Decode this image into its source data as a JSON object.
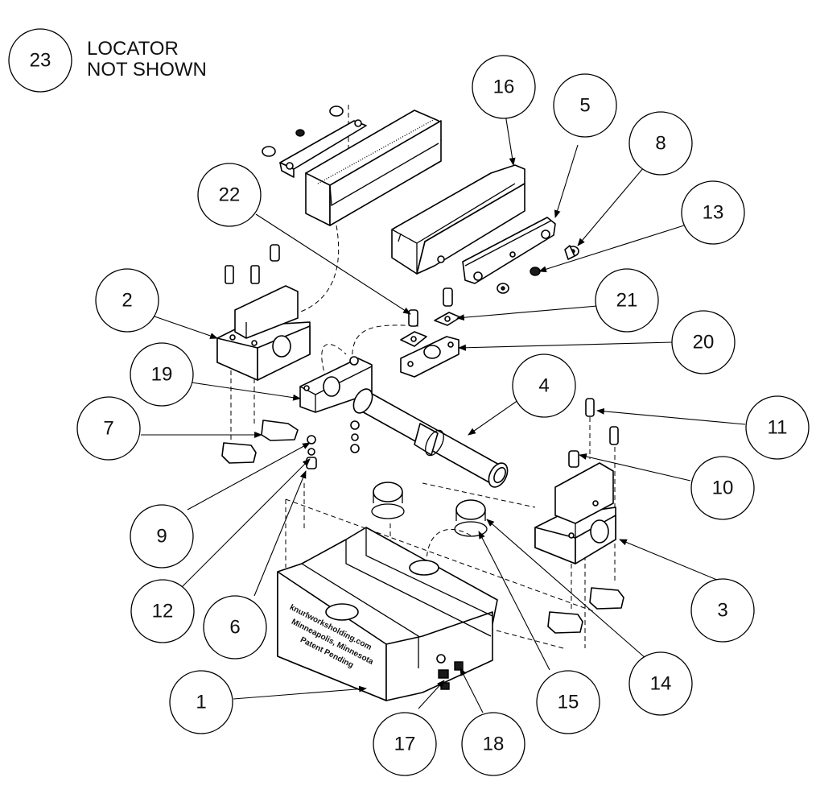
{
  "note": {
    "balloon": "23",
    "line1": "LOCATOR",
    "line2": "NOT SHOWN"
  },
  "engraving": {
    "line1": "knurlworksholding.com",
    "line2": "Minneapolis, Minnesota",
    "line3": "Patent Pending"
  },
  "balloons": [
    {
      "id": "b1",
      "label": "1"
    },
    {
      "id": "b2",
      "label": "2"
    },
    {
      "id": "b3",
      "label": "3"
    },
    {
      "id": "b4",
      "label": "4"
    },
    {
      "id": "b5",
      "label": "5"
    },
    {
      "id": "b6",
      "label": "6"
    },
    {
      "id": "b7",
      "label": "7"
    },
    {
      "id": "b8",
      "label": "8"
    },
    {
      "id": "b9",
      "label": "9"
    },
    {
      "id": "b10",
      "label": "10"
    },
    {
      "id": "b11",
      "label": "11"
    },
    {
      "id": "b12",
      "label": "12"
    },
    {
      "id": "b13",
      "label": "13"
    },
    {
      "id": "b14",
      "label": "14"
    },
    {
      "id": "b15",
      "label": "15"
    },
    {
      "id": "b16",
      "label": "16"
    },
    {
      "id": "b17",
      "label": "17"
    },
    {
      "id": "b18",
      "label": "18"
    },
    {
      "id": "b19",
      "label": "19"
    },
    {
      "id": "b20",
      "label": "20"
    },
    {
      "id": "b21",
      "label": "21"
    },
    {
      "id": "b22",
      "label": "22"
    }
  ]
}
